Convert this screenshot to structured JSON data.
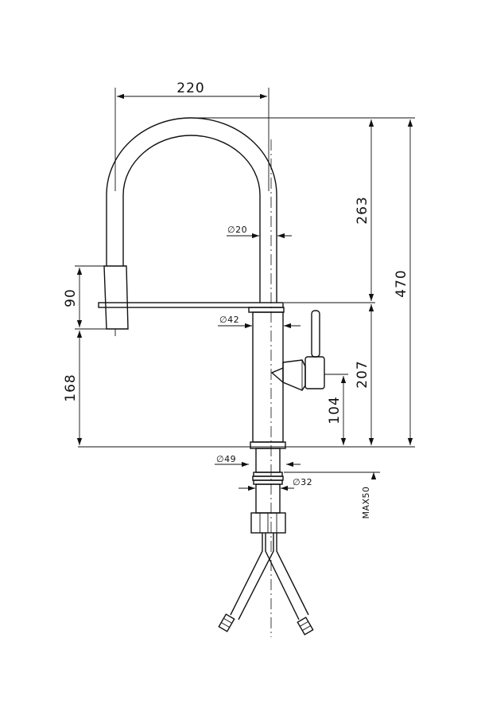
{
  "dimensions": {
    "width_total": "220",
    "spout_height": "263",
    "total_height": "470",
    "body_height": "207",
    "handle_height": "104",
    "head_length": "90",
    "head_bottom_height": "168",
    "spout_diameter": "∅20",
    "body_diameter": "∅42",
    "base_diameter": "∅49",
    "shank_diameter": "∅32",
    "max_deck": "MAX50"
  },
  "colors": {
    "line": "#111111",
    "background": "#ffffff"
  }
}
